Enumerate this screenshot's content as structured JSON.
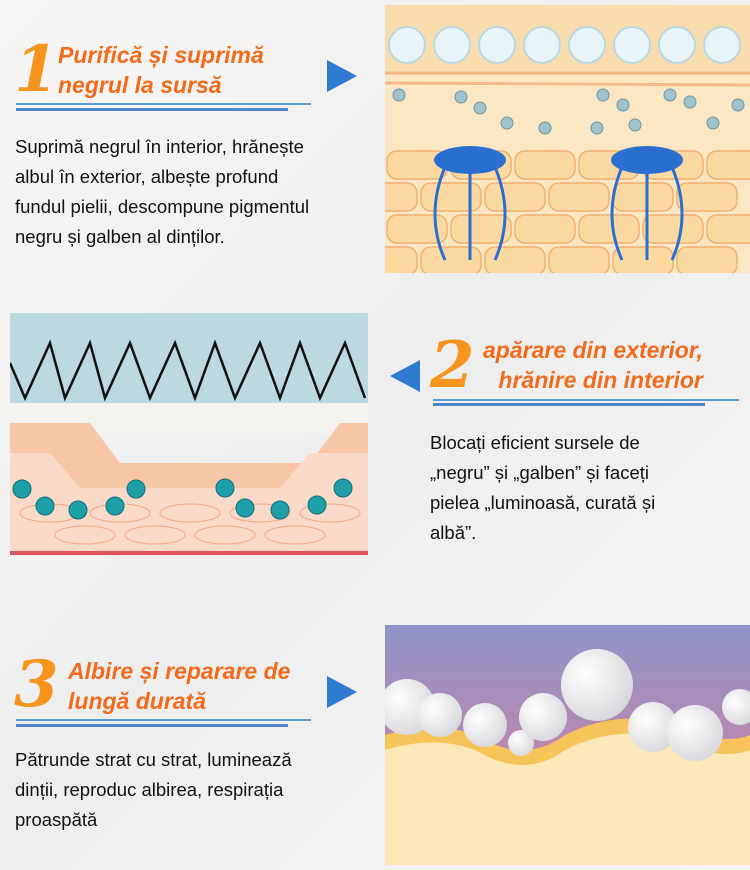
{
  "sections": [
    {
      "number": "1",
      "title_lines": [
        "Purifică și suprimă",
        "negrul la sursă"
      ],
      "body_lines": [
        "Suprimă negrul în interior, hrănește",
        "albul în exterior, albește profund",
        "fundul pielii, descompune pigmentul",
        "negru și galben al dinților."
      ]
    },
    {
      "number": "2",
      "title_lines": [
        "apărare din exterior,",
        "hrănire din interior"
      ],
      "body_lines": [
        "Blocați eficient sursele de",
        "„negru” și „galben” și faceți",
        "pielea „luminoasă, curată și",
        "albă”."
      ]
    },
    {
      "number": "3",
      "title_lines": [
        "Albire și reparare de",
        "lungă durată"
      ],
      "body_lines": [
        "Pătrunde strat cu strat, luminează",
        "dinții, reproduc albirea, respirația",
        "proaspătă"
      ]
    }
  ],
  "colors": {
    "title": "#f26a1b",
    "number": "#f7941d",
    "accent_blue": "#2f7bd0"
  }
}
